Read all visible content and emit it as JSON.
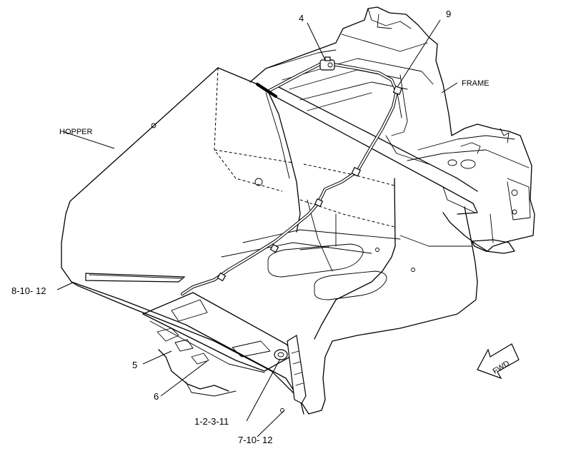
{
  "diagram": {
    "labels": {
      "hopper": "HOPPER",
      "frame": "FRAME",
      "c4": "4",
      "c9": "9",
      "c5": "5",
      "c6": "6",
      "c8_10_12": "8-10- 12",
      "c1_2_3_11": "1-2-3-11",
      "c7_10_12": "7-10- 12",
      "fwd": "FWD"
    },
    "colors": {
      "line": "#000000",
      "background": "#ffffff"
    }
  }
}
